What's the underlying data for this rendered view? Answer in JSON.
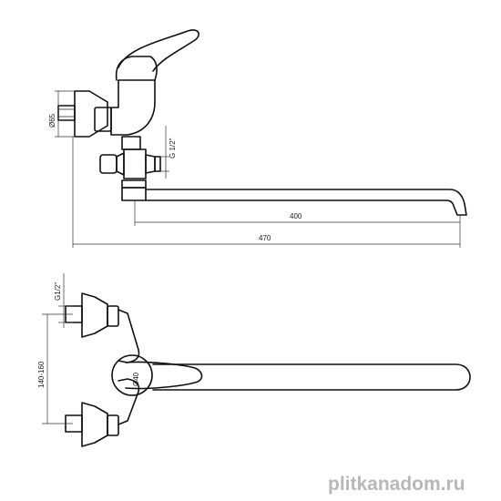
{
  "dimensions": {
    "diameter": "Ø65",
    "inlet_thread_top": "G 1/2\"",
    "spout_length": "400",
    "overall_length": "470",
    "inlet_thread_front": "G1/2\"",
    "centre_distance": "140-160",
    "cartridge_diameter": "Ø40"
  },
  "watermark": "plitkanadom.ru",
  "colors": {
    "line": "#111111",
    "watermark": "#b8b8b8"
  }
}
